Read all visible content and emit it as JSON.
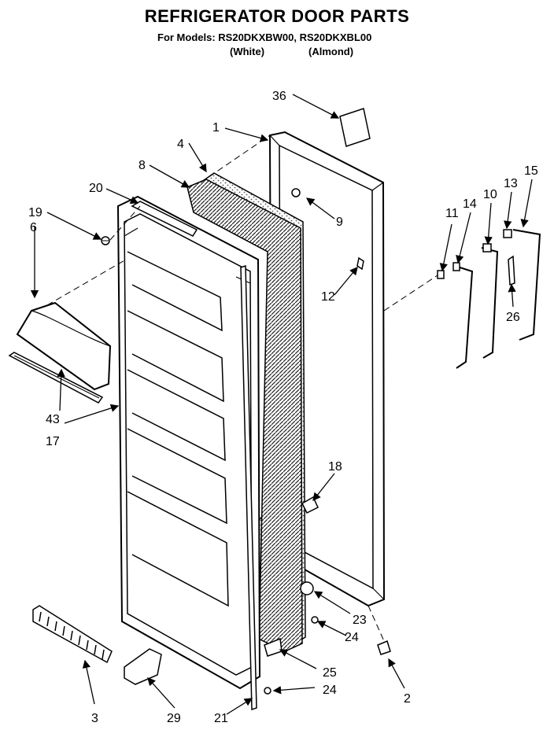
{
  "title": "REFRIGERATOR DOOR PARTS",
  "models_line": "For Models: RS20DKXBW00, RS20DKXBL00",
  "variants": [
    "(White)",
    "(Almond)"
  ],
  "part_labels": [
    "36",
    "1",
    "4",
    "8",
    "20",
    "19",
    "6",
    "9",
    "12",
    "43",
    "17",
    "18",
    "23",
    "24",
    "25",
    "24",
    "2",
    "3",
    "29",
    "21",
    "11",
    "14",
    "10",
    "13",
    "15",
    "26"
  ]
}
